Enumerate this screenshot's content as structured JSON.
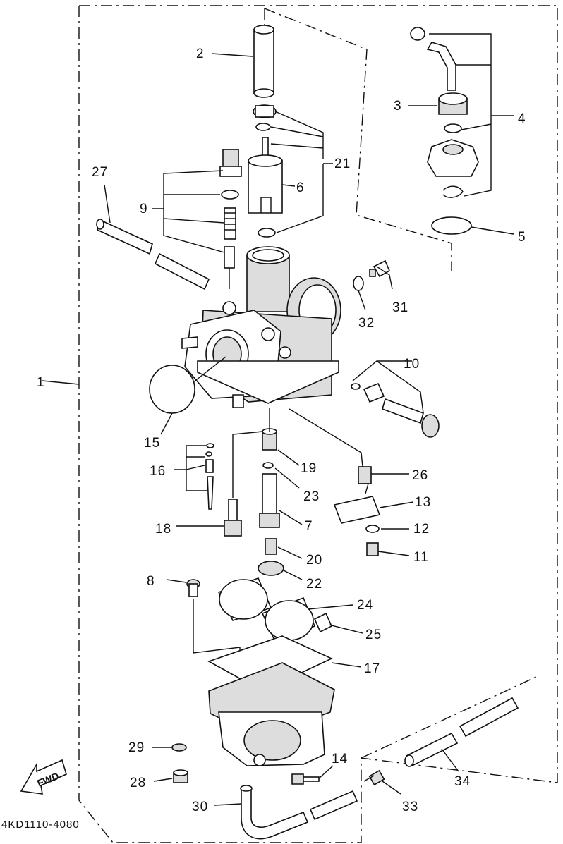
{
  "diagram": {
    "code": "4KD1110-4080",
    "fwd_label": "FWD",
    "callouts": [
      {
        "id": "1",
        "text": "1"
      },
      {
        "id": "2",
        "text": "2"
      },
      {
        "id": "3",
        "text": "3"
      },
      {
        "id": "4",
        "text": "4"
      },
      {
        "id": "5",
        "text": "5"
      },
      {
        "id": "6",
        "text": "6"
      },
      {
        "id": "7",
        "text": "7"
      },
      {
        "id": "8",
        "text": "8"
      },
      {
        "id": "9",
        "text": "9"
      },
      {
        "id": "10",
        "text": "10"
      },
      {
        "id": "11",
        "text": "11"
      },
      {
        "id": "12",
        "text": "12"
      },
      {
        "id": "13",
        "text": "13"
      },
      {
        "id": "14",
        "text": "14"
      },
      {
        "id": "15",
        "text": "15"
      },
      {
        "id": "16",
        "text": "16"
      },
      {
        "id": "17",
        "text": "17"
      },
      {
        "id": "18",
        "text": "18"
      },
      {
        "id": "19",
        "text": "19"
      },
      {
        "id": "20",
        "text": "20"
      },
      {
        "id": "21",
        "text": "21"
      },
      {
        "id": "22",
        "text": "22"
      },
      {
        "id": "23",
        "text": "23"
      },
      {
        "id": "24",
        "text": "24"
      },
      {
        "id": "25",
        "text": "25"
      },
      {
        "id": "26",
        "text": "26"
      },
      {
        "id": "27",
        "text": "27"
      },
      {
        "id": "28",
        "text": "28"
      },
      {
        "id": "29",
        "text": "29"
      },
      {
        "id": "30",
        "text": "30"
      },
      {
        "id": "31",
        "text": "31"
      },
      {
        "id": "32",
        "text": "32"
      },
      {
        "id": "33",
        "text": "33"
      },
      {
        "id": "34",
        "text": "34"
      }
    ]
  }
}
